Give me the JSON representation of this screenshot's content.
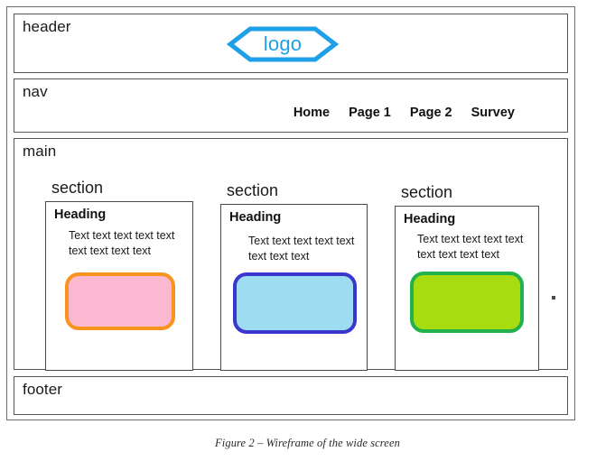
{
  "figure": {
    "caption": "Figure 2 – Wireframe of the wide screen"
  },
  "header": {
    "label": "header",
    "logo": {
      "text": "logo",
      "shape": "hexagon",
      "color": "#1f9fe8"
    }
  },
  "nav": {
    "label": "nav",
    "items": [
      {
        "label": "Home"
      },
      {
        "label": "Page 1"
      },
      {
        "label": "Page 2"
      },
      {
        "label": "Survey"
      }
    ]
  },
  "main": {
    "label": "main",
    "sections": [
      {
        "label": "section",
        "heading": "Heading",
        "text": "Text text text text text text text text text",
        "box": {
          "fill": "#fbb8d1",
          "border": "#f7941e"
        }
      },
      {
        "label": "section",
        "heading": "Heading",
        "text": "Text text text text text text text text",
        "box": {
          "fill": "#9edcf2",
          "border": "#3b37cc"
        }
      },
      {
        "label": "section",
        "heading": "Heading",
        "text": "Text text text text text text text text text",
        "box": {
          "fill": "#a7dc10",
          "border": "#22b14c"
        }
      }
    ]
  },
  "footer": {
    "label": "footer"
  }
}
